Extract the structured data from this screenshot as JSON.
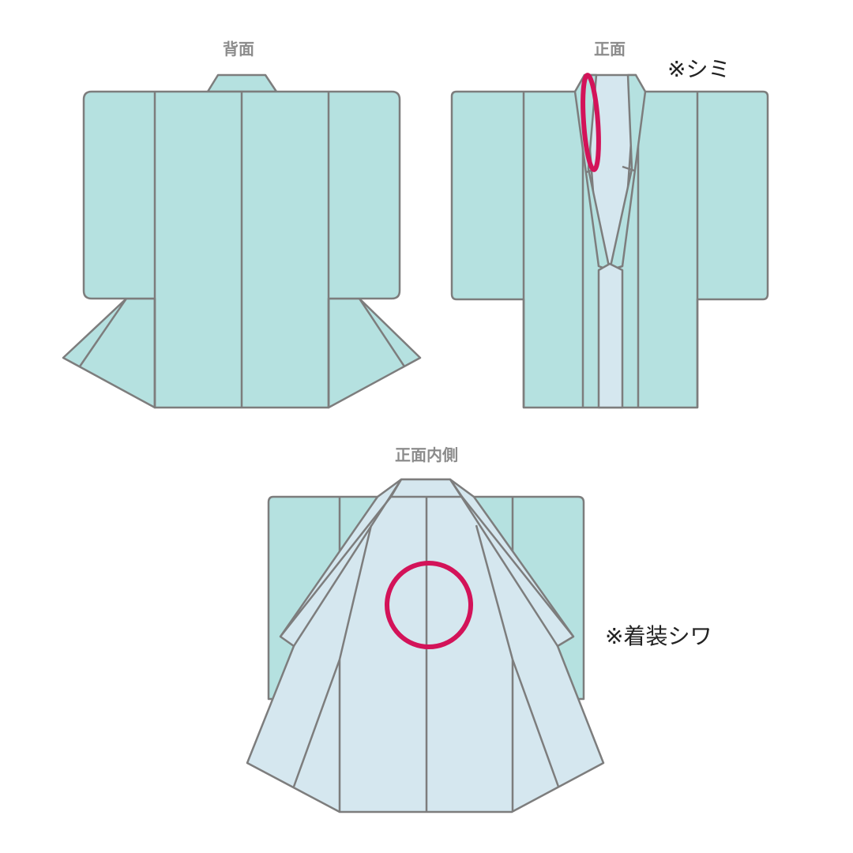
{
  "views": {
    "back": {
      "label": "背面"
    },
    "front": {
      "label": "正面"
    },
    "inside": {
      "label": "正面内側"
    }
  },
  "annotations": {
    "stain": {
      "text": "※シミ"
    },
    "wrinkle": {
      "text": "※着装シワ"
    }
  },
  "colors": {
    "outer_fabric": "#b5e1e0",
    "lining_fabric": "#d5e7ef",
    "outline": "#7d7d7d",
    "marker": "#d31359",
    "label_gray": "#8c8c8c"
  }
}
